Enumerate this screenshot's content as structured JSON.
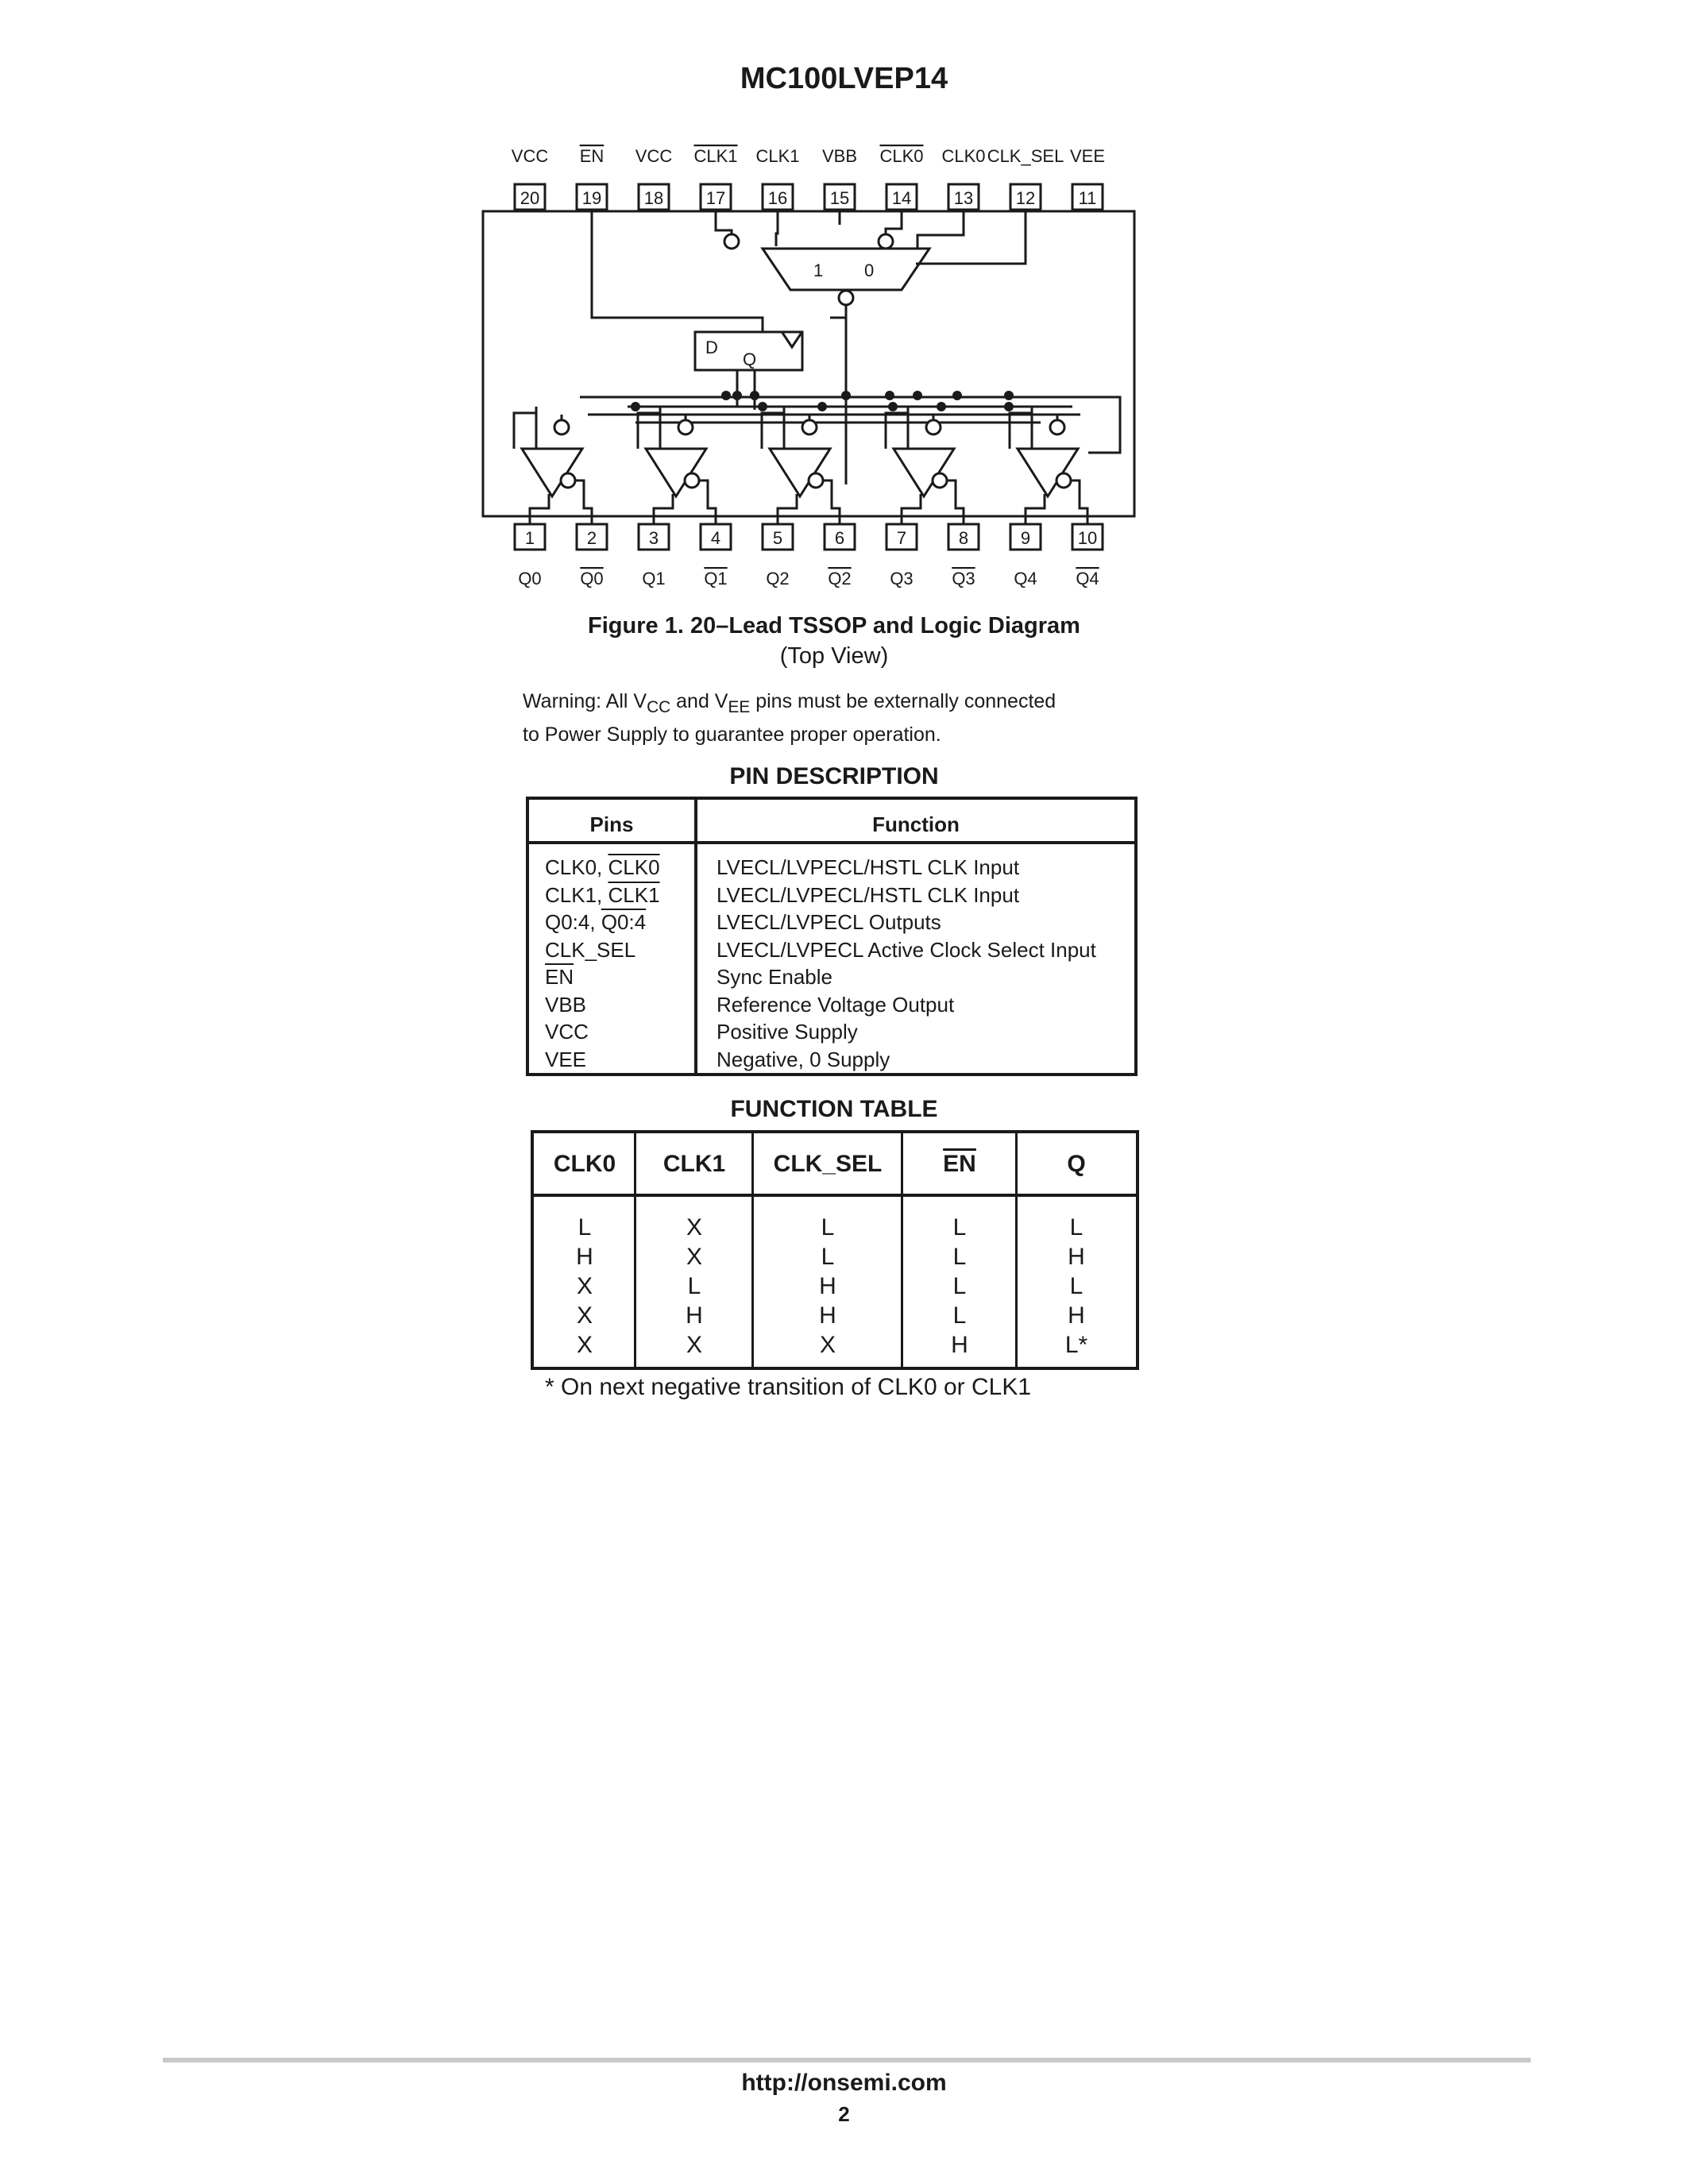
{
  "document": {
    "title": "MC100LVEP14",
    "figure_caption": "Figure 1. 20–Lead TSSOP and Logic Diagram",
    "figure_subcaption": "(Top View)",
    "warning": {
      "t1": "Warning: All V",
      "sub1": "CC",
      "t2": " and V",
      "sub2": "EE",
      "t3": " pins must be externally connected",
      "line2": "to Power Supply to guarantee proper operation."
    }
  },
  "diagram": {
    "top_pins": [
      {
        "name": "VCC",
        "num": "20",
        "bar": false
      },
      {
        "name": "EN",
        "num": "19",
        "bar": true
      },
      {
        "name": "VCC",
        "num": "18",
        "bar": false
      },
      {
        "name": "CLK1",
        "num": "17",
        "bar": true
      },
      {
        "name": "CLK1",
        "num": "16",
        "bar": false
      },
      {
        "name": "VBB",
        "num": "15",
        "bar": false
      },
      {
        "name": "CLK0",
        "num": "14",
        "bar": true
      },
      {
        "name": "CLK0",
        "num": "13",
        "bar": false
      },
      {
        "name": "CLK_SEL",
        "num": "12",
        "bar": false
      },
      {
        "name": "VEE",
        "num": "11",
        "bar": false
      }
    ],
    "bottom_pins": [
      {
        "name": "Q0",
        "num": "1",
        "bar": false
      },
      {
        "name": "Q0",
        "num": "2",
        "bar": true
      },
      {
        "name": "Q1",
        "num": "3",
        "bar": false
      },
      {
        "name": "Q1",
        "num": "4",
        "bar": true
      },
      {
        "name": "Q2",
        "num": "5",
        "bar": false
      },
      {
        "name": "Q2",
        "num": "6",
        "bar": true
      },
      {
        "name": "Q3",
        "num": "7",
        "bar": false
      },
      {
        "name": "Q3",
        "num": "8",
        "bar": true
      },
      {
        "name": "Q4",
        "num": "9",
        "bar": false
      },
      {
        "name": "Q4",
        "num": "10",
        "bar": true
      }
    ],
    "mux_labels": {
      "in1": "1",
      "in0": "0"
    },
    "latch_labels": {
      "d": "D",
      "q": "Q"
    }
  },
  "pin_description": {
    "title": "PIN DESCRIPTION",
    "headers": {
      "pins": "Pins",
      "function": "Function"
    },
    "rows": [
      {
        "pins": [
          {
            "t": "CLK0, "
          },
          {
            "t": "CLK0",
            "bar": true
          }
        ],
        "function": "LVECL/LVPECL/HSTL CLK Input"
      },
      {
        "pins": [
          {
            "t": "CLK1, "
          },
          {
            "t": "CLK1",
            "bar": true
          }
        ],
        "function": "LVECL/LVPECL/HSTL CLK Input"
      },
      {
        "pins": [
          {
            "t": "Q0:4, "
          },
          {
            "t": "Q0:4",
            "bar": true
          }
        ],
        "function": "LVECL/LVPECL Outputs"
      },
      {
        "pins": [
          {
            "t": "CLK_SEL"
          }
        ],
        "function": "LVECL/LVPECL Active Clock Select Input"
      },
      {
        "pins": [
          {
            "t": "EN",
            "bar": true
          }
        ],
        "function": "Sync Enable"
      },
      {
        "pins": [
          {
            "t": "VBB"
          }
        ],
        "function": "Reference Voltage Output"
      },
      {
        "pins": [
          {
            "t": "VCC"
          }
        ],
        "function": "Positive Supply"
      },
      {
        "pins": [
          {
            "t": "VEE"
          }
        ],
        "function": "Negative, 0 Supply"
      }
    ]
  },
  "function_table": {
    "title": "FUNCTION TABLE",
    "headers": [
      {
        "t": "CLK0",
        "bar": false
      },
      {
        "t": "CLK1",
        "bar": false
      },
      {
        "t": "CLK_SEL",
        "bar": false
      },
      {
        "t": "EN",
        "bar": true
      },
      {
        "t": "Q",
        "bar": false
      }
    ],
    "rows": [
      [
        "L",
        "X",
        "L",
        "L",
        "L"
      ],
      [
        "H",
        "X",
        "L",
        "L",
        "H"
      ],
      [
        "X",
        "L",
        "H",
        "L",
        "L"
      ],
      [
        "X",
        "H",
        "H",
        "L",
        "H"
      ],
      [
        "X",
        "X",
        "X",
        "H",
        "L*"
      ]
    ],
    "note": "*  On next negative transition of CLK0 or CLK1"
  },
  "footer": {
    "url": "http://onsemi.com",
    "page": "2"
  }
}
